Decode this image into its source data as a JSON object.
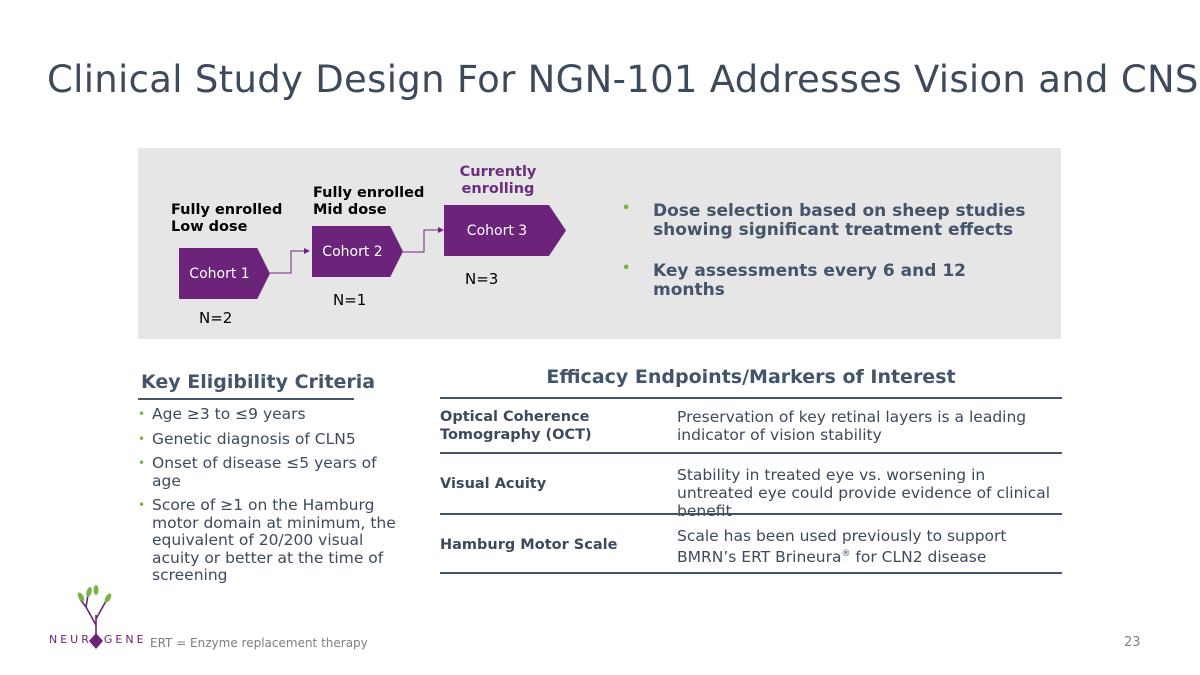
{
  "title": "Clinical Study Design For NGN-101 Addresses Vision and CNS",
  "cohorts": [
    {
      "label": "Cohort 1",
      "status_line1": "Fully enrolled",
      "status_line2": "Low dose",
      "n": "N=2"
    },
    {
      "label": "Cohort 2",
      "status_line1": "Fully enrolled",
      "status_line2": "Mid dose",
      "n": "N=1"
    },
    {
      "label": "Cohort 3",
      "status_line1": "Currently",
      "status_line2": "enrolling",
      "n": "N=3"
    }
  ],
  "design_bullets": [
    "Dose selection based on sheep studies showing significant treatment effects",
    "Key assessments every 6 and 12 months"
  ],
  "eligibility": {
    "heading": "Key Eligibility Criteria",
    "items": [
      "Age ≥3 to ≤9 years",
      "Genetic diagnosis of CLN5",
      "Onset of disease ≤5 years of age",
      "Score of ≥1 on the Hamburg motor domain at minimum, the equivalent of 20/200 visual acuity or better at the time of screening"
    ]
  },
  "endpoints": {
    "heading": "Efficacy Endpoints/Markers of Interest",
    "rows": [
      {
        "name": "Optical Coherence Tomography (OCT)",
        "desc": "Preservation of key retinal layers is a leading indicator of vision stability"
      },
      {
        "name": "Visual Acuity",
        "desc": "Stability in treated eye vs. worsening in untreated eye could provide evidence of clinical benefit"
      },
      {
        "name": "Hamburg Motor Scale",
        "desc_before": "Scale has been used previously to support BMRN’s ERT Brineura",
        "desc_sup": "®",
        "desc_after": " for CLN2 disease"
      }
    ]
  },
  "logo": {
    "text_left": "NEUR",
    "text_right": "GENE"
  },
  "footnote": "ERT = Enzyme replacement therapy",
  "page_number": "23",
  "colors": {
    "purple": "#6b2479",
    "green": "#7bb342",
    "navy": "#44546a",
    "gray_box": "#e7e6e6"
  }
}
